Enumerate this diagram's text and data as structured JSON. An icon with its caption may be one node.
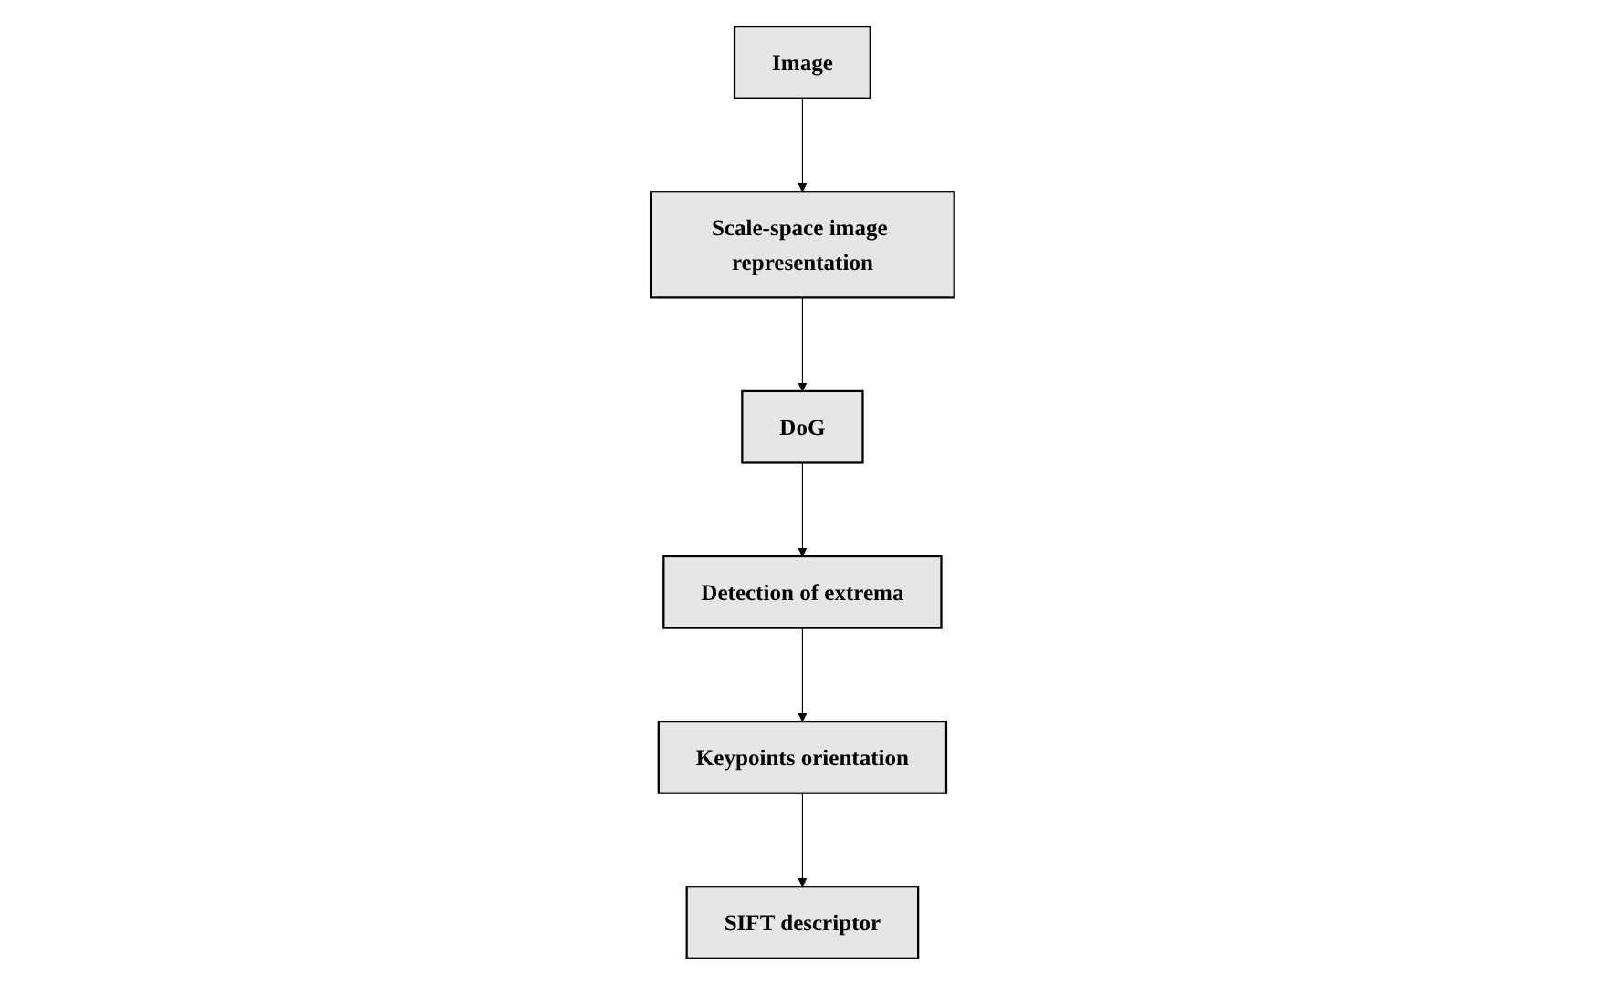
{
  "diagram": {
    "nodes": [
      {
        "text": [
          "Image"
        ]
      },
      {
        "text": [
          "Scale-space image representation"
        ]
      },
      {
        "text": [
          "DoG"
        ]
      },
      {
        "text": [
          "Detection of extrema"
        ]
      },
      {
        "text": [
          "Keypoints orientation"
        ]
      },
      {
        "text": [
          "SIFT descriptor"
        ]
      }
    ],
    "edges": [
      {
        "from": 0,
        "to": 1,
        "arrow": "to"
      },
      {
        "from": 1,
        "to": 2,
        "arrow": "to"
      },
      {
        "from": 2,
        "to": 3,
        "arrow": "to"
      },
      {
        "from": 3,
        "to": 4,
        "arrow": "to"
      },
      {
        "from": 4,
        "to": 5,
        "arrow": "to"
      }
    ]
  }
}
